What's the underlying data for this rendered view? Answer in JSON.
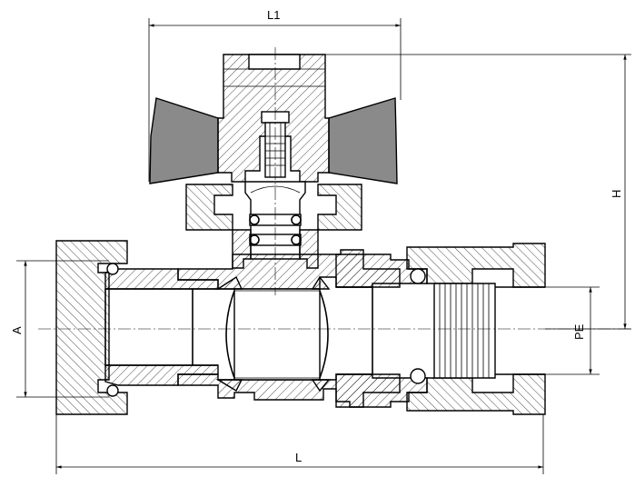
{
  "dimensions": {
    "L1": "L1",
    "H": "H",
    "A": "A",
    "PE": "PE",
    "L": "L"
  },
  "colors": {
    "line": "#000000",
    "handle_fill": "#8a8a8a",
    "background": "#ffffff"
  }
}
